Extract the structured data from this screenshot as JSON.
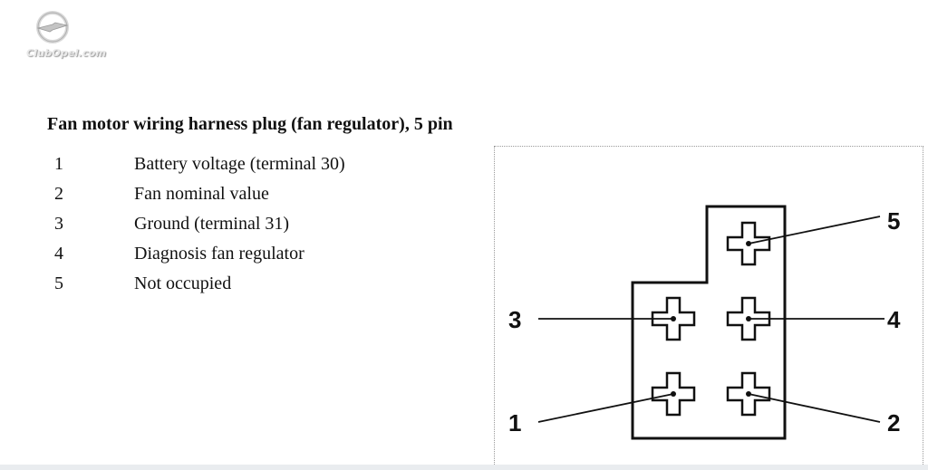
{
  "watermark": {
    "text": "ClubOpel.com",
    "icon": "opel-blitz-logo"
  },
  "title": "Fan motor wiring harness plug (fan regulator), 5 pin",
  "pins": [
    {
      "number": "1",
      "description": "Battery voltage (terminal 30)"
    },
    {
      "number": "2",
      "description": "Fan nominal value"
    },
    {
      "number": "3",
      "description": "Ground (terminal 31)"
    },
    {
      "number": "4",
      "description": "Diagnosis fan regulator"
    },
    {
      "number": "5",
      "description": "Not occupied"
    }
  ],
  "diagram": {
    "callouts": {
      "pin1": "1",
      "pin2": "2",
      "pin3": "3",
      "pin4": "4",
      "pin5": "5"
    }
  }
}
